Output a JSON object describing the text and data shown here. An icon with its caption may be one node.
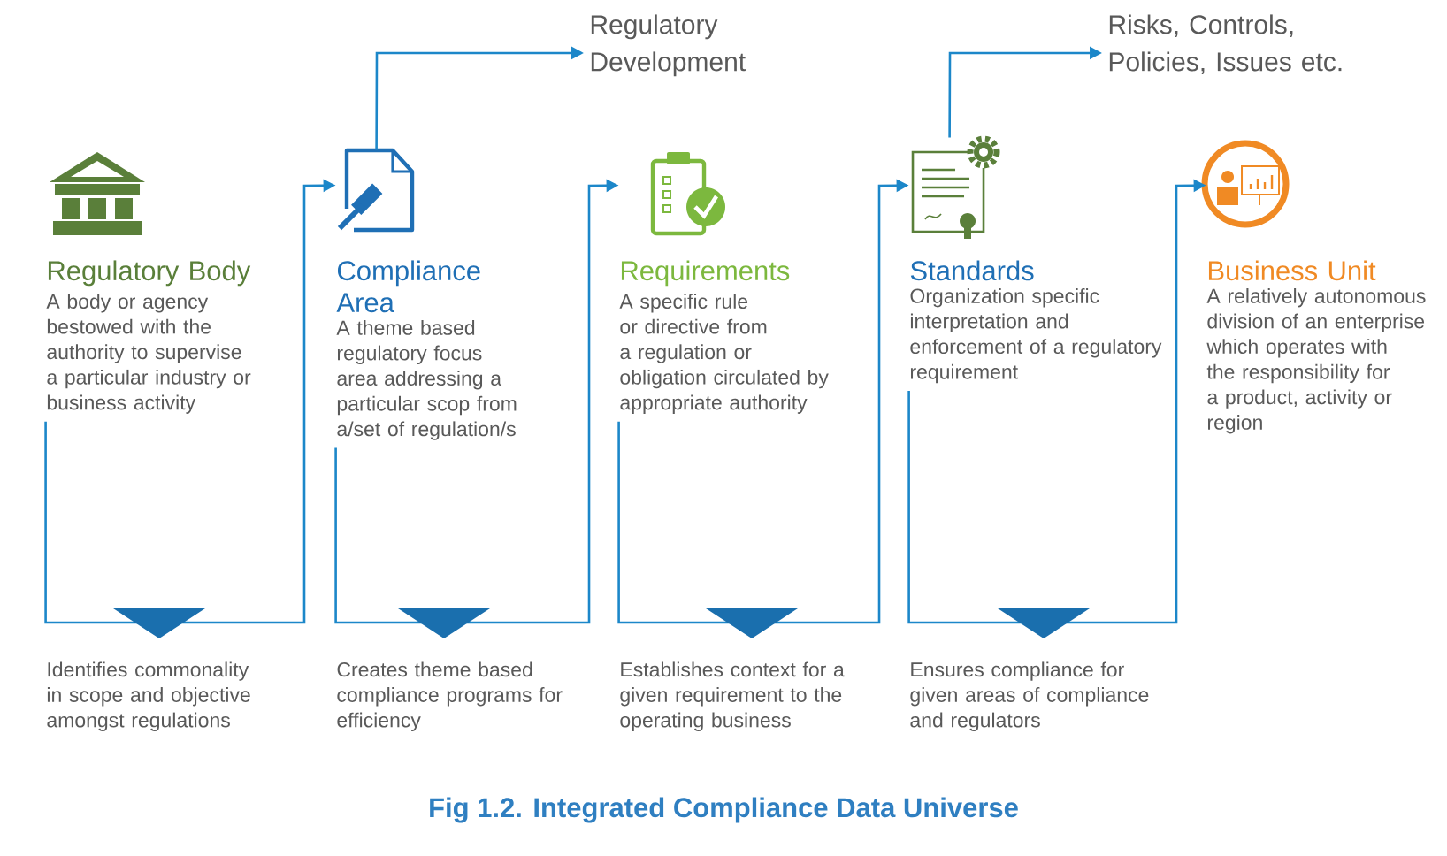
{
  "diagram": {
    "caption": "Fig 1.2. Integrated Compliance Data Universe",
    "nodes": [
      {
        "text": [
          "Regulatory Body",
          "A body or agency bestowed  with the authority to supervise a particular industry or business activity"
        ]
      },
      {
        "text": [
          "Compliance Area",
          "A theme based regulatory focus area addressing a particular scop from a/set of regulation/s"
        ]
      },
      {
        "text": [
          "Requirements",
          "A specific rule or directive from a regulation or obligation circulated by appropriate authority"
        ]
      },
      {
        "text": [
          "Standards",
          "Organization specific interpretation and enforcement of a regulatory requirement"
        ]
      },
      {
        "text": [
          "Business Unit",
          "A relatively autonomous division of an enterprise which operates with the responsibility for a product, activity or region"
        ]
      },
      {
        "text": [
          "Regulatory Development"
        ]
      },
      {
        "text": [
          "Risks, Controls, Policies, Issues etc."
        ]
      }
    ],
    "edges": [
      {
        "from": 0,
        "to": 1,
        "arrow": "to"
      },
      {
        "from": 1,
        "to": 2,
        "arrow": "to"
      },
      {
        "from": 2,
        "to": 3,
        "arrow": "to"
      },
      {
        "from": 3,
        "to": 4,
        "arrow": "to"
      },
      {
        "from": 1,
        "to": 5,
        "arrow": "to"
      },
      {
        "from": 3,
        "to": 6,
        "arrow": "to"
      }
    ],
    "labels": [
      "Identifies commonality in scope and objective amongst regulations",
      "Creates theme based compliance programs for efficiency",
      "Establishes context for a given requirement to the operating business",
      "Ensures compliance for given areas of compliance and regulators"
    ]
  }
}
